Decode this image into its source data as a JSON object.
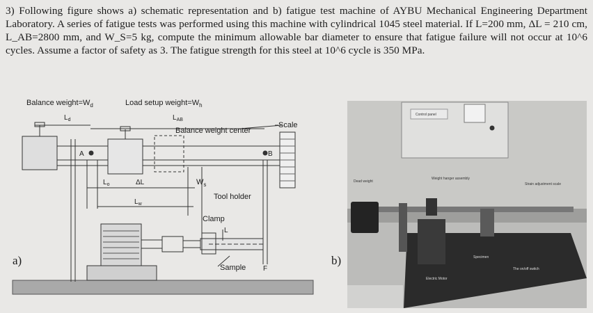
{
  "problem": {
    "number": "3)",
    "text": "Following figure shows a) schematic representation and b) fatigue test machine of AYBU Mechanical Engineering Department Laboratory. A series of fatigue tests was performed using this machine with cylindrical 1045 steel material. If L=200 mm, ΔL = 210 cm, L_AB=2800 mm, and W_S=5 kg, compute the minimum allowable bar diameter to ensure that fatigue failure will not occur at 10^6 cycles. Assume a factor of safety as 3. The fatigue strength for this steel at 10^6 cycle is 350 MPa."
  },
  "figure_a": {
    "tag": "a)",
    "balance_weight": "Balance weight=W",
    "balance_weight_sub": "d",
    "load_setup_weight": "Load setup weight=W",
    "load_setup_weight_sub": "h",
    "Ld": "L",
    "Ld_sub": "d",
    "LAB": "L",
    "LAB_sub": "AB",
    "scale": "Scale",
    "balance_center": "Balance weight center",
    "A": "A",
    "B": "B",
    "Lo": "L",
    "Lo_sub": "o",
    "dL": "ΔL",
    "Ws": "W",
    "Ws_sub": "s",
    "Lw": "L",
    "Lw_sub": "w",
    "tool_holder": "Tool holder",
    "clamp": "Clamp",
    "L": "L",
    "sample": "Sample",
    "F": "F"
  },
  "figure_b": {
    "tag": "b)",
    "control_panel": "Control panel",
    "dead_weight": "Dead weight",
    "weight_hanger": "Weight hanger assembly",
    "strain_adjust": "Strain adjustment scale",
    "specimen": "Specimen",
    "on_off": "The on/off switch",
    "electric_motor": "Electric Motor"
  }
}
